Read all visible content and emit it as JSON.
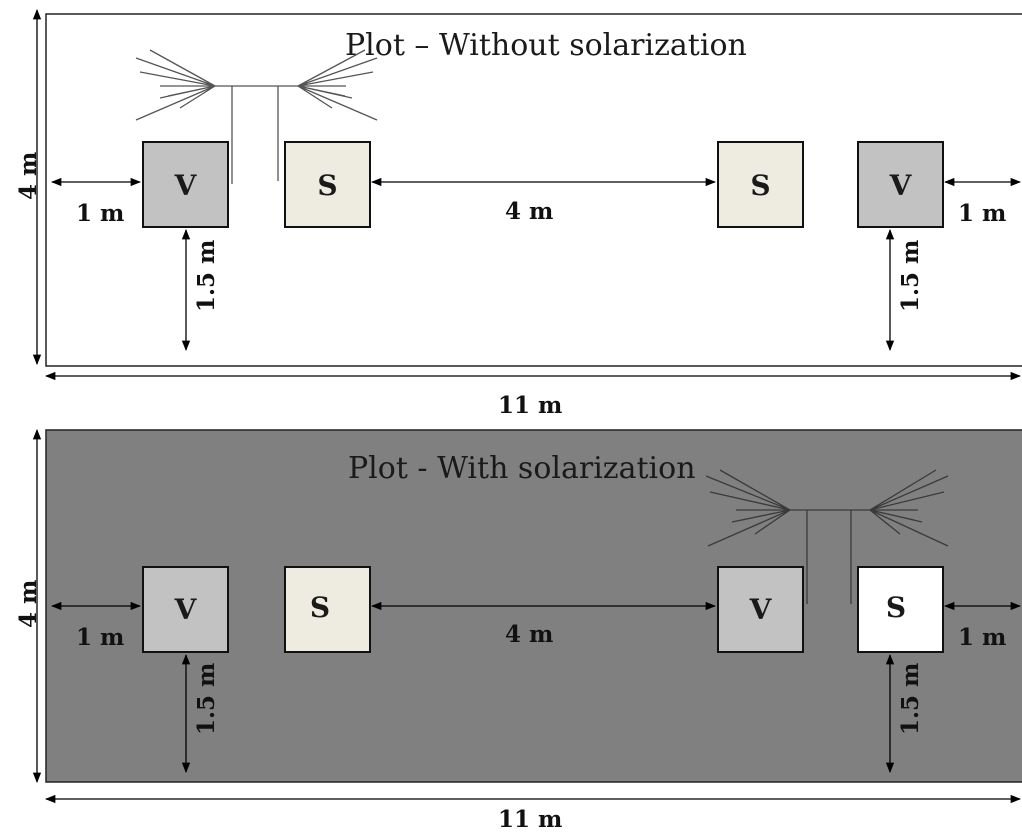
{
  "plots": [
    {
      "title": "Plot – Without solarization",
      "background": "#ffffff",
      "height_label": "4 m",
      "width_label": "11 m",
      "left_edge_label": "1 m",
      "right_edge_label": "1 m",
      "spacing_label": "4 m",
      "left_depth_label": "1.5 m",
      "right_depth_label": "1.5 m",
      "boxes": [
        {
          "label": "V",
          "fill": "#c2c2c2"
        },
        {
          "label": "S",
          "fill": "#eeece1"
        },
        {
          "label": "S",
          "fill": "#eeece1"
        },
        {
          "label": "V",
          "fill": "#c2c2c2"
        }
      ]
    },
    {
      "title": "Plot - With solarization",
      "background": "#808080",
      "height_label": "4 m",
      "width_label": "11 m",
      "left_edge_label": "1 m",
      "right_edge_label": "1 m",
      "spacing_label": "4 m",
      "left_depth_label": "1.5 m",
      "right_depth_label": "1.5 m",
      "boxes": [
        {
          "label": "V",
          "fill": "#c2c2c2"
        },
        {
          "label": "S",
          "fill": "#eeece1"
        },
        {
          "label": "V",
          "fill": "#c2c2c2"
        },
        {
          "label": "S",
          "fill": "#ffffff"
        }
      ]
    }
  ],
  "icons": [
    "tree-icon",
    "arrow-icon"
  ]
}
